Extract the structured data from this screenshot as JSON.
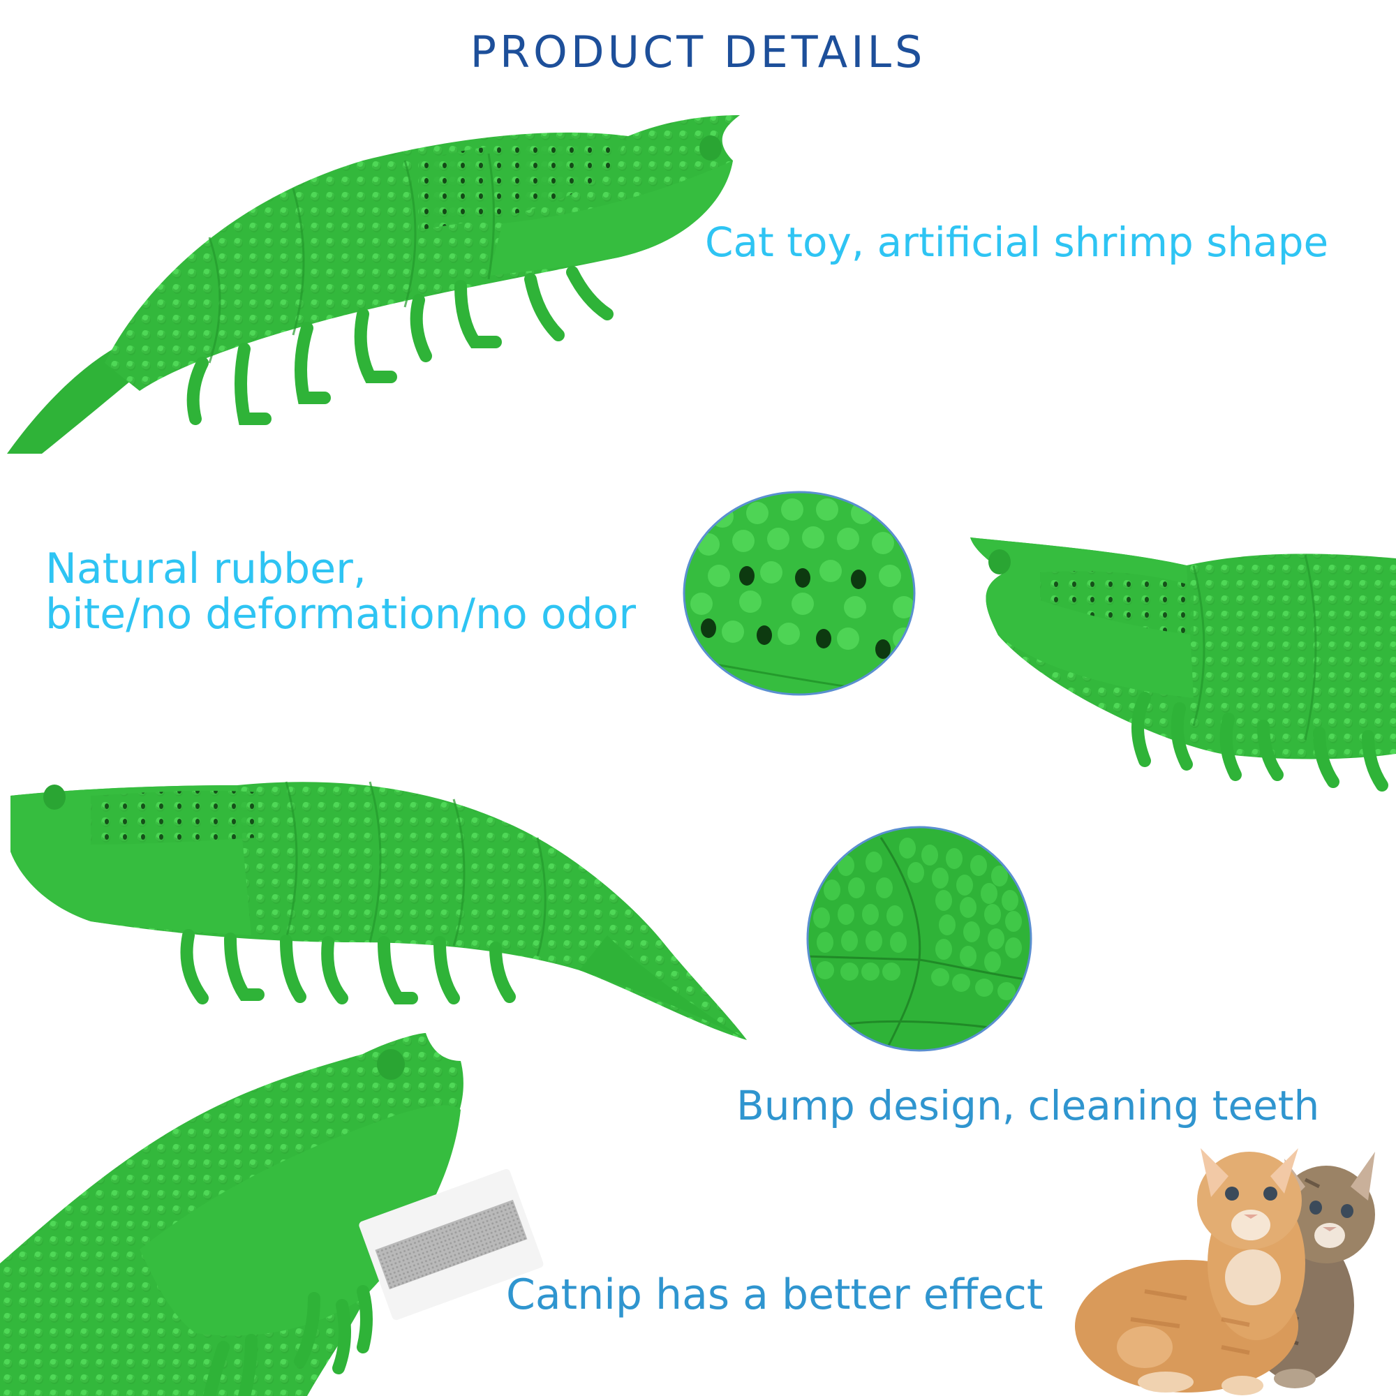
{
  "page": {
    "title": "PRODUCT DETAILS",
    "colors": {
      "title": "#1d4f9a",
      "caption_light": "#2ec4f3",
      "caption_mid": "#2f95cf",
      "toy_green": "#33b83c",
      "toy_green_dark": "#249a2c",
      "circle_border": "#5a8fd0"
    }
  },
  "features": [
    {
      "id": "shape",
      "caption": "Cat toy, artificial shrimp shape",
      "icon": "shrimp-toy-side-image"
    },
    {
      "id": "material",
      "caption_line1": "Natural rubber,",
      "caption_line2": "bite/no deformation/no odor",
      "icon": "perforated-closeup-image"
    },
    {
      "id": "bumps",
      "caption": "Bump design, cleaning teeth",
      "icon": "bump-closeup-image"
    },
    {
      "id": "catnip",
      "caption": "Catnip has a better effect",
      "icon": "catnip-pouch-image"
    }
  ],
  "images": {
    "kittens": "two-kittens-photo"
  }
}
